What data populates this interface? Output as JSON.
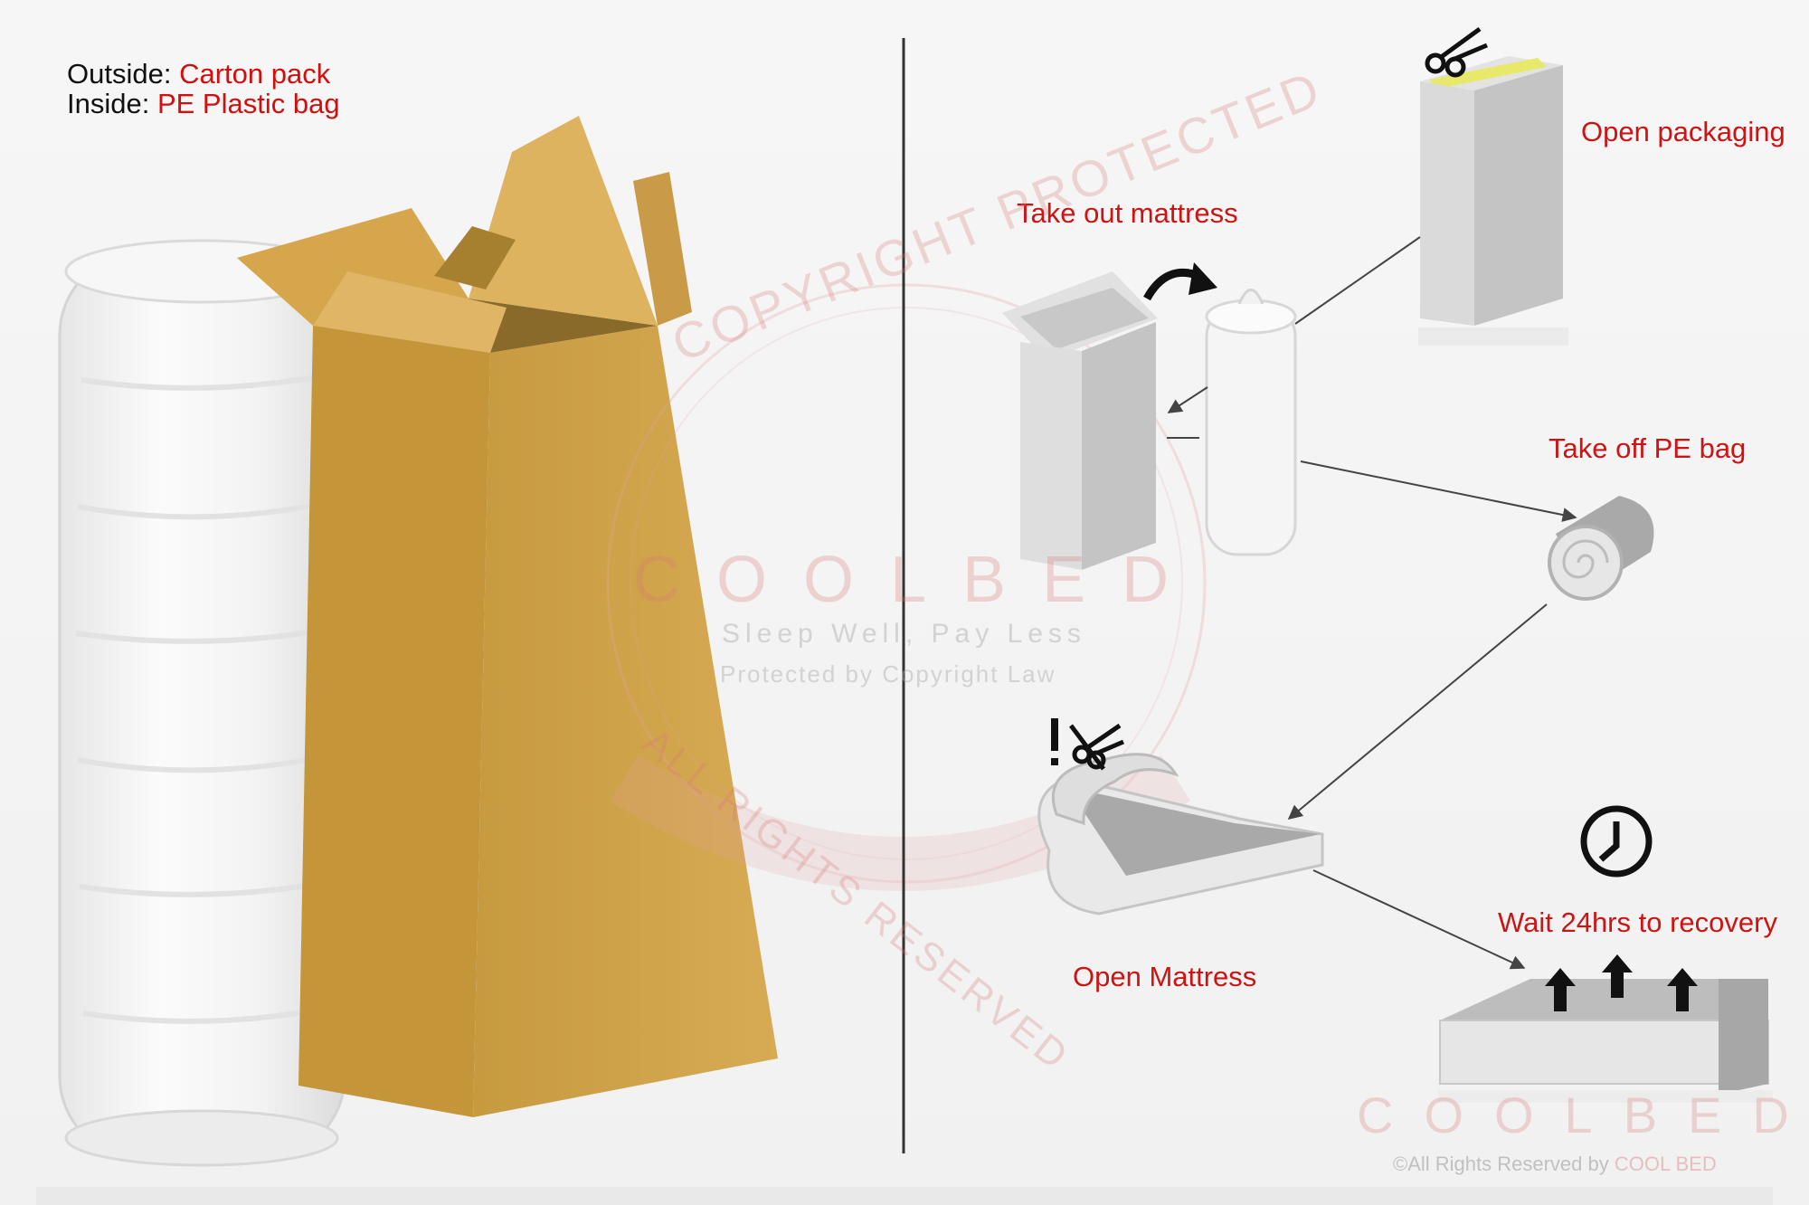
{
  "legend": {
    "outside_label": "Outside:",
    "outside_value": "Carton pack",
    "inside_label": "Inside:",
    "inside_value": "PE Plastic bag"
  },
  "steps": {
    "open_packaging": "Open packaging",
    "take_out_mattress": "Take out mattress",
    "take_off_pe_bag": "Take off PE bag",
    "open_mattress": "Open Mattress",
    "wait": "Wait 24hrs to recovery"
  },
  "watermark": {
    "arc_top": "COPYRIGHT PROTECTED",
    "brand": "COOLBED",
    "tagline": "Sleep Well, Pay Less",
    "law": "Protected by Copyright Law",
    "arc_bottom": "ALL RIGHTS RESERVED",
    "footer_prefix": "©All Rights Reserved by ",
    "footer_brand": "COOL BED"
  },
  "icons": [
    "scissors-icon",
    "curved-arrow-icon",
    "warning-no-scissors-icon",
    "clock-icon",
    "up-arrow-icon"
  ],
  "colors": {
    "accent_red": "#cc1414",
    "carton": "#cfa24a",
    "roll": "#eeeeee",
    "divider": "#333333"
  }
}
